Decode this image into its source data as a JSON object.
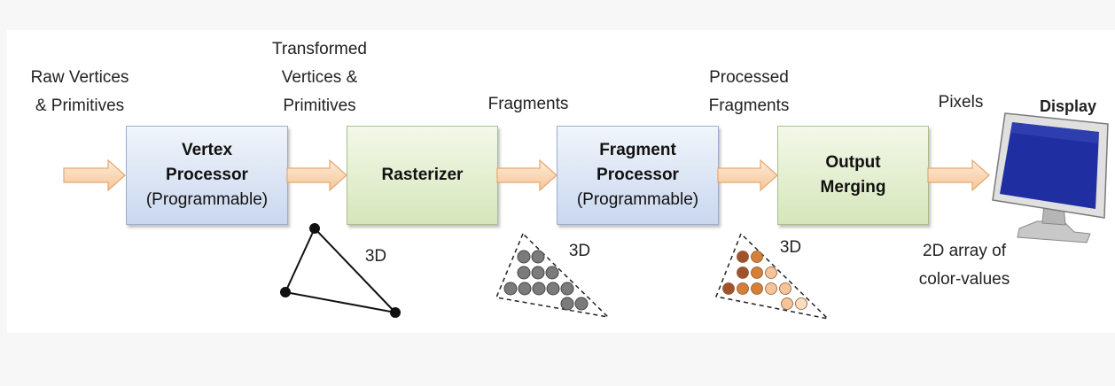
{
  "labels": {
    "raw_vertices": [
      "Raw Vertices",
      "& Primitives"
    ],
    "transformed": [
      "Transformed",
      "Vertices &",
      "Primitives"
    ],
    "fragments": "Fragments",
    "processed_fragments": [
      "Processed",
      "Fragments"
    ],
    "pixels": "Pixels",
    "display": "Display",
    "color_array": [
      "2D array of",
      "color-values"
    ],
    "three_d": "3D"
  },
  "stages": {
    "vertex": {
      "title_1": "Vertex",
      "title_2": "Processor",
      "note": "(Programmable)"
    },
    "rasterizer": {
      "title": "Rasterizer"
    },
    "fragment": {
      "title_1": "Fragment",
      "title_2": "Processor",
      "note": "(Programmable)"
    },
    "merge": {
      "title_1": "Output",
      "title_2": "Merging"
    }
  },
  "colors": {
    "arrow_fill": "#fbd9b6",
    "arrow_stroke": "#e8b27c",
    "gray_fragment": "#7b7b7b",
    "brown_dark": "#a0522d",
    "brown_mid": "#d47f3a",
    "peach": "#f6c49a",
    "screen_blue": "#1f2ea0"
  }
}
